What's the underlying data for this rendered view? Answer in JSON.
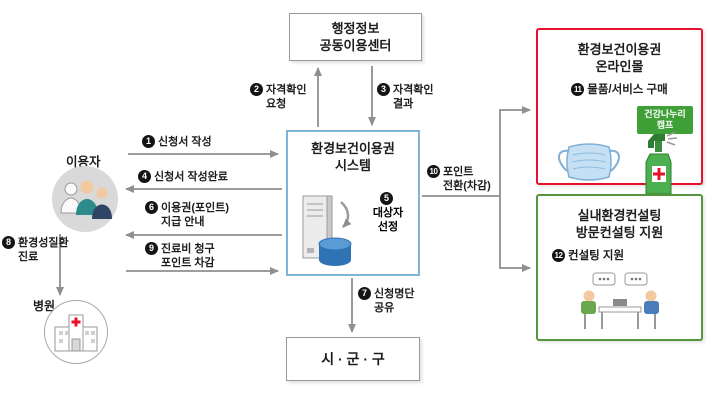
{
  "nodes": {
    "admin_center": {
      "line1": "행정정보",
      "line2": "공동이용센터"
    },
    "system": {
      "line1": "환경보건이용권",
      "line2": "시스템"
    },
    "sigungu": {
      "label": "시 · 군 · 구"
    },
    "user": {
      "label": "이용자"
    },
    "hospital": {
      "label": "병원"
    },
    "mall": {
      "title1": "환경보건이용권",
      "title2": "온라인몰",
      "num": "11",
      "item": "물품/서비스 구매",
      "camp_line1": "건강나누리",
      "camp_line2": "캠프"
    },
    "consult": {
      "title1": "실내환경컨설팅",
      "title2": "방문컨설팅 지원",
      "num": "12",
      "item": "컨설팅 지원"
    }
  },
  "flows": {
    "f1": {
      "num": "1",
      "line1": "신청서 작성"
    },
    "f2": {
      "num": "2",
      "line1": "자격확인",
      "line2": "요청"
    },
    "f3": {
      "num": "3",
      "line1": "자격확인",
      "line2": "결과"
    },
    "f4": {
      "num": "4",
      "line1": "신청서 작성완료"
    },
    "f5": {
      "num": "5",
      "line1": "대상자",
      "line2": "선정"
    },
    "f6": {
      "num": "6",
      "line1": "이용권(포인트)",
      "line2": "지급 안내"
    },
    "f7": {
      "num": "7",
      "line1": "신청명단",
      "line2": "공유"
    },
    "f8": {
      "num": "8",
      "line1": "환경성질환",
      "line2": "진료"
    },
    "f9": {
      "num": "9",
      "line1": "진료비 청구",
      "line2": "포인트 차감"
    },
    "f10": {
      "num": "10",
      "line1": "포인트",
      "line2": "전환(차감)"
    }
  },
  "icons": {
    "user_group": "three-people-icon",
    "hospital": "hospital-building-icon",
    "server_database": "server-database-icon",
    "mask": "face-mask-icon",
    "spray": "spray-bottle-icon",
    "consulting": "people-consulting-icon"
  },
  "colors": {
    "arrow": "#8f8f8f",
    "system_border": "#7fb3d8",
    "mall_border": "#e8112d",
    "consult_border": "#55963c",
    "camp_bg": "#3fa037",
    "number_badge": "#141414"
  }
}
